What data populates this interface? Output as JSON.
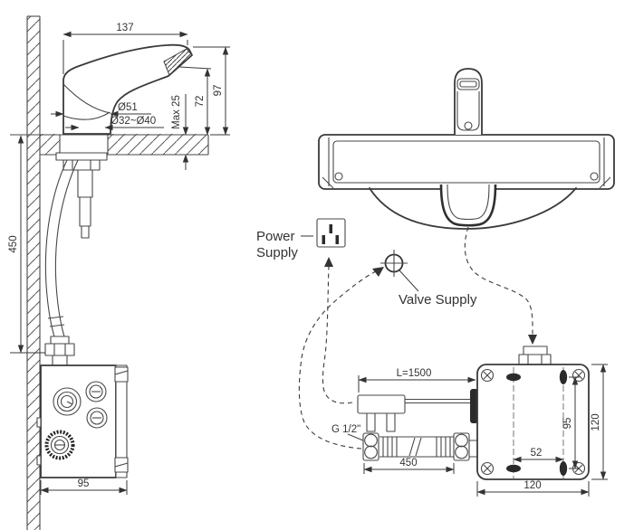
{
  "diagram": {
    "description": "Automatic sensor faucet installation drawing, side section view and top view",
    "line_color": "#3a3a3a",
    "left_view": {
      "dim_spout_reach": "137",
      "dim_total_height": "97",
      "dim_spout_height": "72",
      "dim_deck_thickness": "Max 25",
      "dim_base_diameter": "Ø51",
      "dim_hole_diameter": "Ø32~Ø40",
      "dim_supply_drop": "450",
      "dim_box_width": "95"
    },
    "right_view": {
      "power_supply_label_line1": "Power",
      "power_supply_label_line2": "Supply",
      "valve_supply_label": "Valve Supply",
      "dim_cable_length": "L=1500",
      "thread_label": "G 1/2\"",
      "dim_hose_length": "450",
      "dim_slot_spacing": "52",
      "dim_slot_vertical": "95",
      "dim_box_height": "120",
      "dim_box_width": "120"
    }
  }
}
